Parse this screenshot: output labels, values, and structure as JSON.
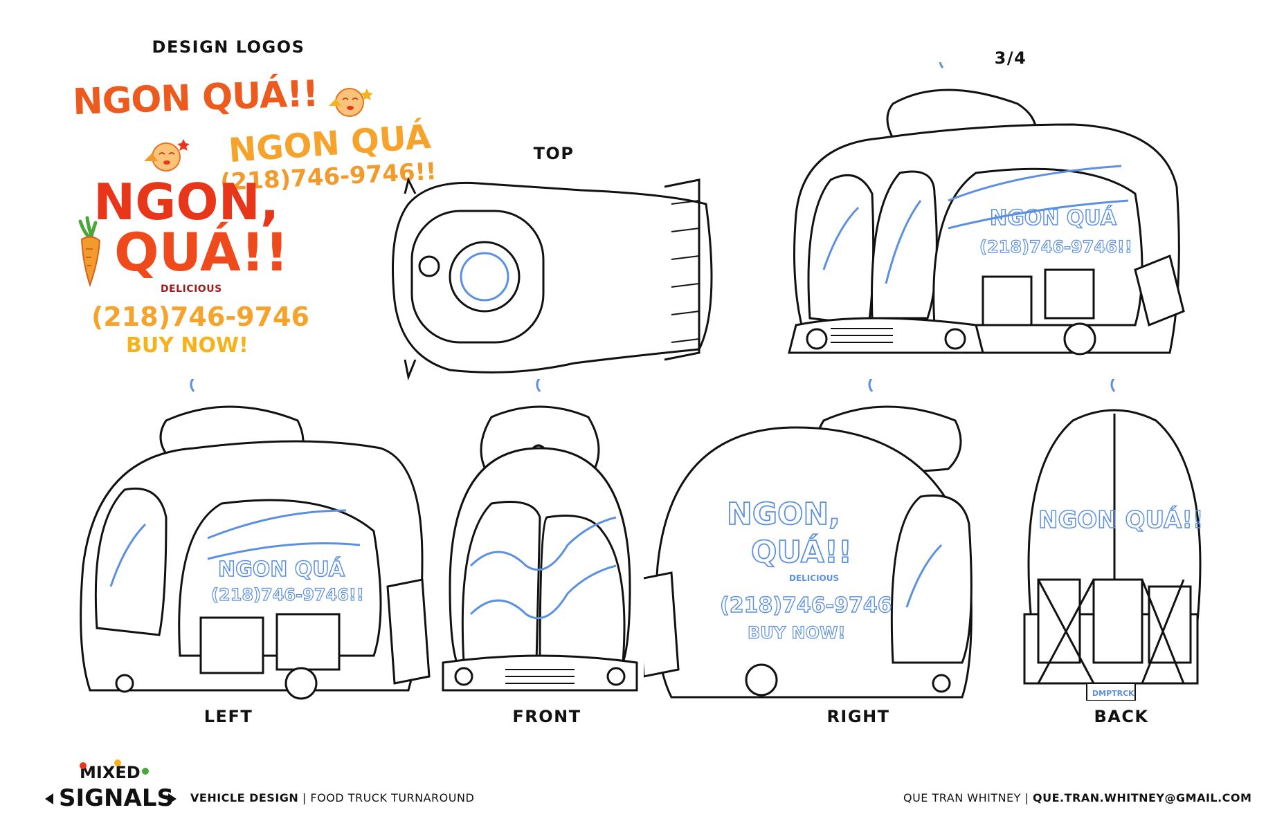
{
  "sheet": {
    "section_logos": "DESIGN LOGOS",
    "view_top": "TOP",
    "view_three_quarter": "3/4",
    "view_left": "LEFT",
    "view_front": "FRONT",
    "view_right": "RIGHT",
    "view_back": "BACK"
  },
  "logos": {
    "logo1_text": "NGON QUÁ!!",
    "logo2_line1": "NGON QUÁ",
    "logo2_line2": "(218)746-9746!!",
    "logo3_line1": "NGON,",
    "logo3_line2": "QUÁ!!",
    "logo3_tagline": "DELICIOUS",
    "logo3_phone": "(218)746-9746",
    "logo3_cta": "BUY NOW!"
  },
  "truck_text": {
    "three_quarter_line1": "NGON QUÁ",
    "three_quarter_line2": "(218)746-9746!!",
    "left_line1": "NGON QUÁ",
    "left_line2": "(218)746-9746!!",
    "right_line1": "NGON,",
    "right_line2": "QUÁ!!",
    "right_tagline": "DELICIOUS",
    "right_phone": "(218)746-9746",
    "right_cta": "BUY NOW!",
    "back_text": "NGON QUÁ!!",
    "back_box": "DMPTRCK"
  },
  "footer": {
    "brand_line1": "MIXED",
    "brand_line2": "SIGNALS",
    "project_bold": "VEHICLE DESIGN",
    "separator": "|",
    "project_rest": "FOOD TRUCK TURNAROUND",
    "author": "QUE TRAN WHITNEY",
    "email": "QUE.TRAN.WHITNEY@GMAIL.COM"
  },
  "colors": {
    "logo_red": "#e8361a",
    "logo_orange": "#f08a1c",
    "logo_yellow": "#f6b21b",
    "truck_blue": "#5b8fe0",
    "line": "#111111"
  }
}
